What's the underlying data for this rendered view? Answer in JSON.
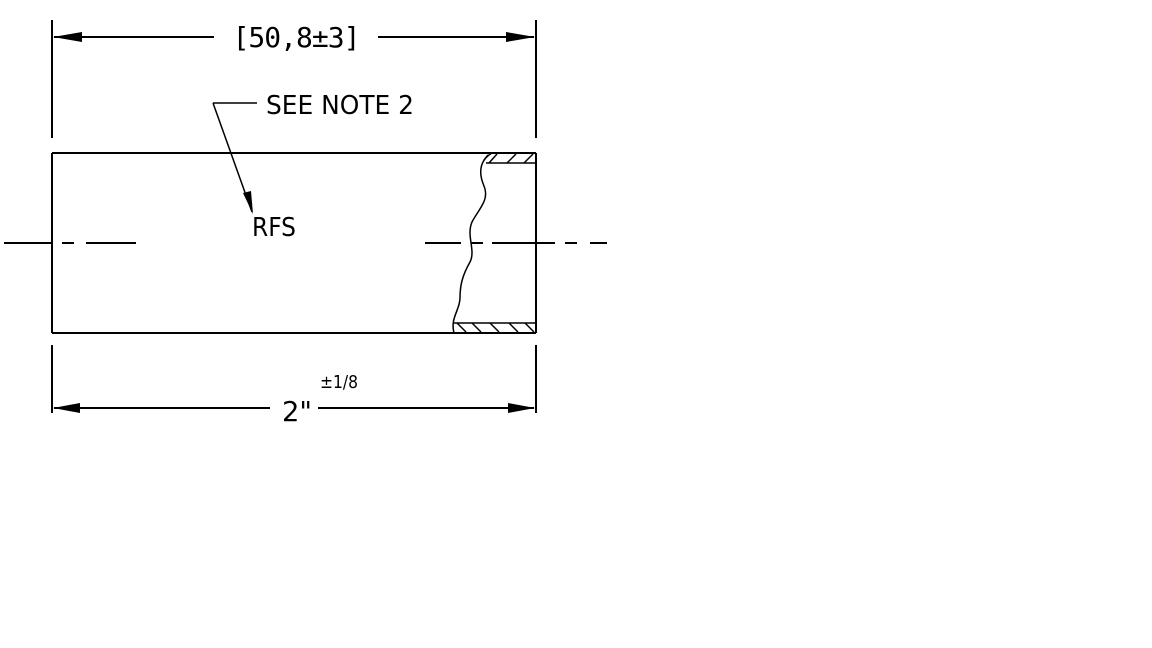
{
  "drawing": {
    "top_dimension_label": "[50,8±3]",
    "bottom_dimension_value": "2\"",
    "bottom_dimension_tolerance": "±1/8",
    "note_label": "SEE NOTE 2",
    "rfs_label": "RFS"
  },
  "colors": {
    "line": "#000000",
    "background": "#ffffff"
  }
}
